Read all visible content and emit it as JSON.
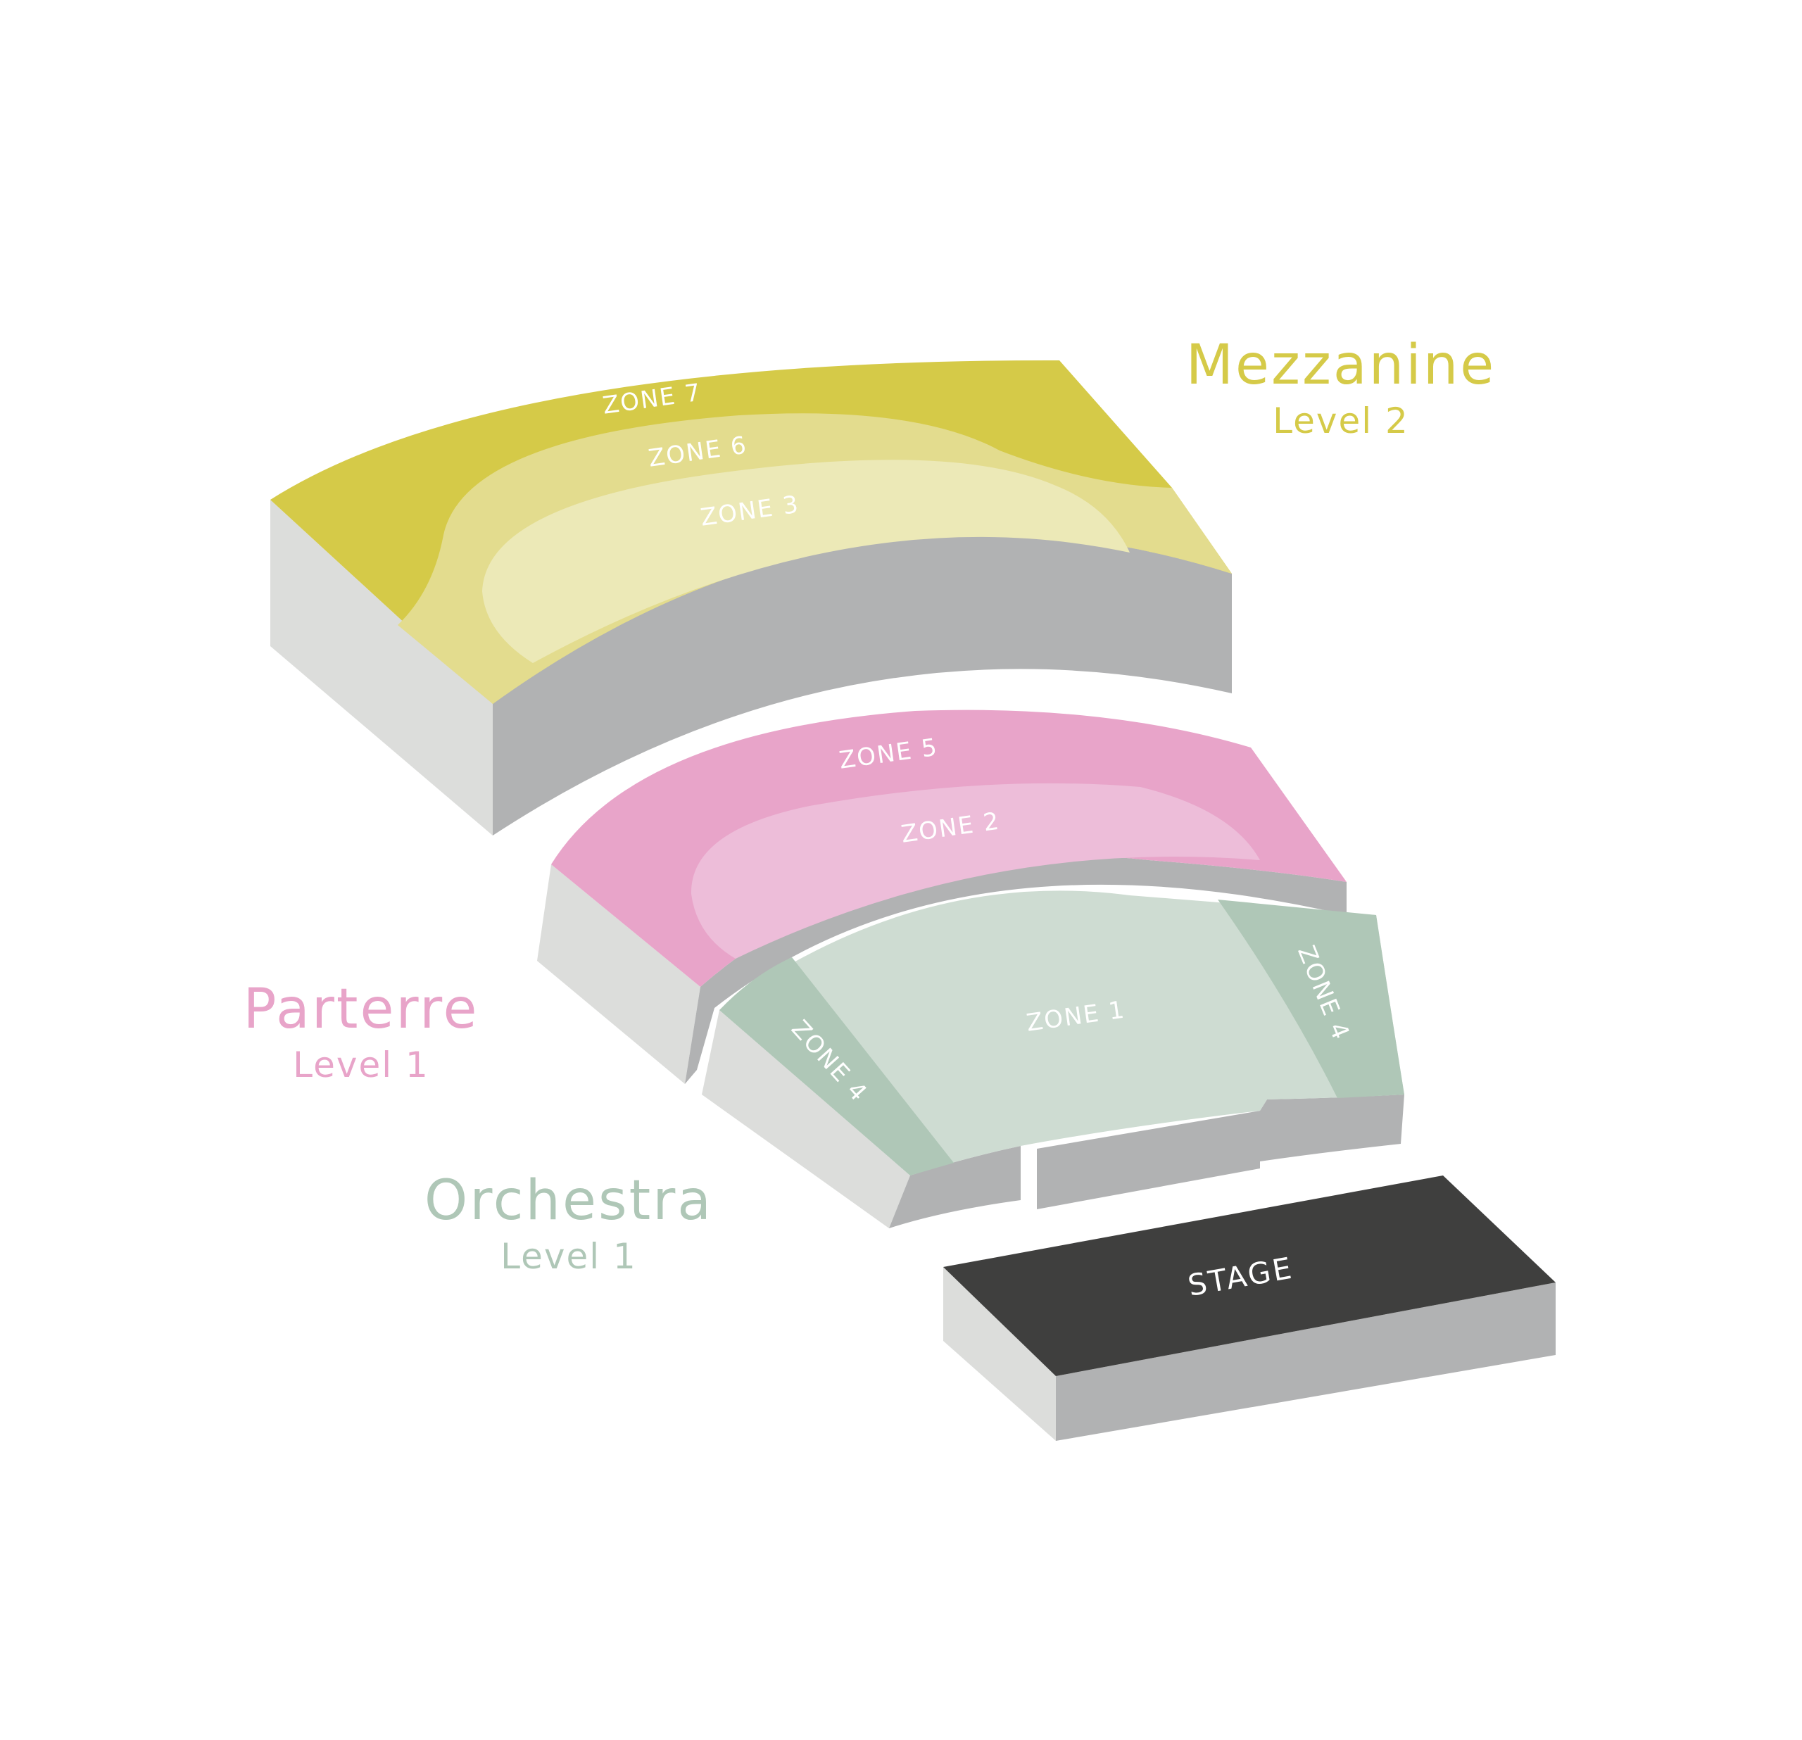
{
  "colors": {
    "side_light": "#dcdddb",
    "side_dark": "#b1b2b3",
    "mezz_zone7": "#d5ca48",
    "mezz_zone6": "#e3dc8e",
    "mezz_zone3": "#ece9b7",
    "parterre_zone5": "#e8a4c9",
    "parterre_zone2": "#edbdd9",
    "orch_zone4": "#afc7b7",
    "orch_zone1": "#cedcd2",
    "stage": "#3f3f3e",
    "mezz_text": "#d5ca48",
    "parterre_text": "#e8a4c9",
    "orch_text": "#afc7b7"
  },
  "levels": {
    "mezzanine": {
      "name": "Mezzanine",
      "sub": "Level 2"
    },
    "parterre": {
      "name": "Parterre",
      "sub": "Level 1"
    },
    "orchestra": {
      "name": "Orchestra",
      "sub": "Level 1"
    }
  },
  "zones": {
    "zone7": "ZONE 7",
    "zone6": "ZONE 6",
    "zone3": "ZONE 3",
    "zone5": "ZONE 5",
    "zone2": "ZONE 2",
    "zone1": "ZONE 1",
    "zone4_left": "ZONE 4",
    "zone4_right": "ZONE 4"
  },
  "stage": {
    "label": "STAGE"
  }
}
